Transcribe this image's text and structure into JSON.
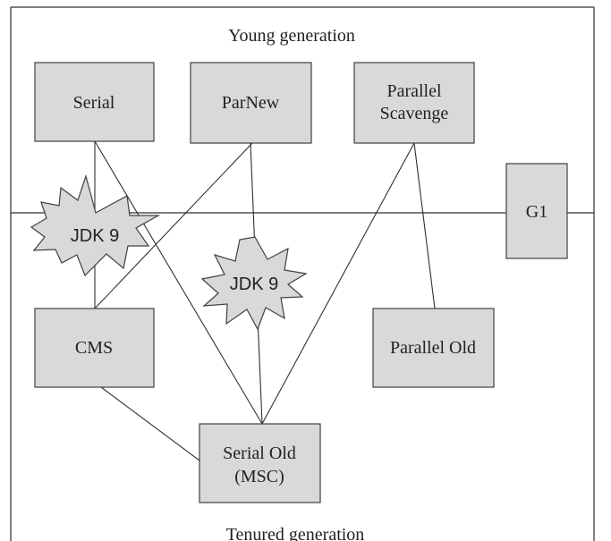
{
  "labels": {
    "young": "Young generation",
    "tenured": "Tenured generation"
  },
  "nodes": {
    "serial": {
      "label": "Serial"
    },
    "parnew": {
      "label": "ParNew"
    },
    "parallel_scavenge": {
      "line1": "Parallel",
      "line2": "Scavenge"
    },
    "g1": {
      "label": "G1"
    },
    "cms": {
      "label": "CMS"
    },
    "parallel_old": {
      "label": "Parallel Old"
    },
    "serial_old": {
      "line1": "Serial Old",
      "line2": "(MSC)"
    }
  },
  "badges": {
    "jdk9_left": "JDK 9",
    "jdk9_center": "JDK 9"
  },
  "colors": {
    "node_fill": "#d9d9d9",
    "stroke": "#404040"
  }
}
